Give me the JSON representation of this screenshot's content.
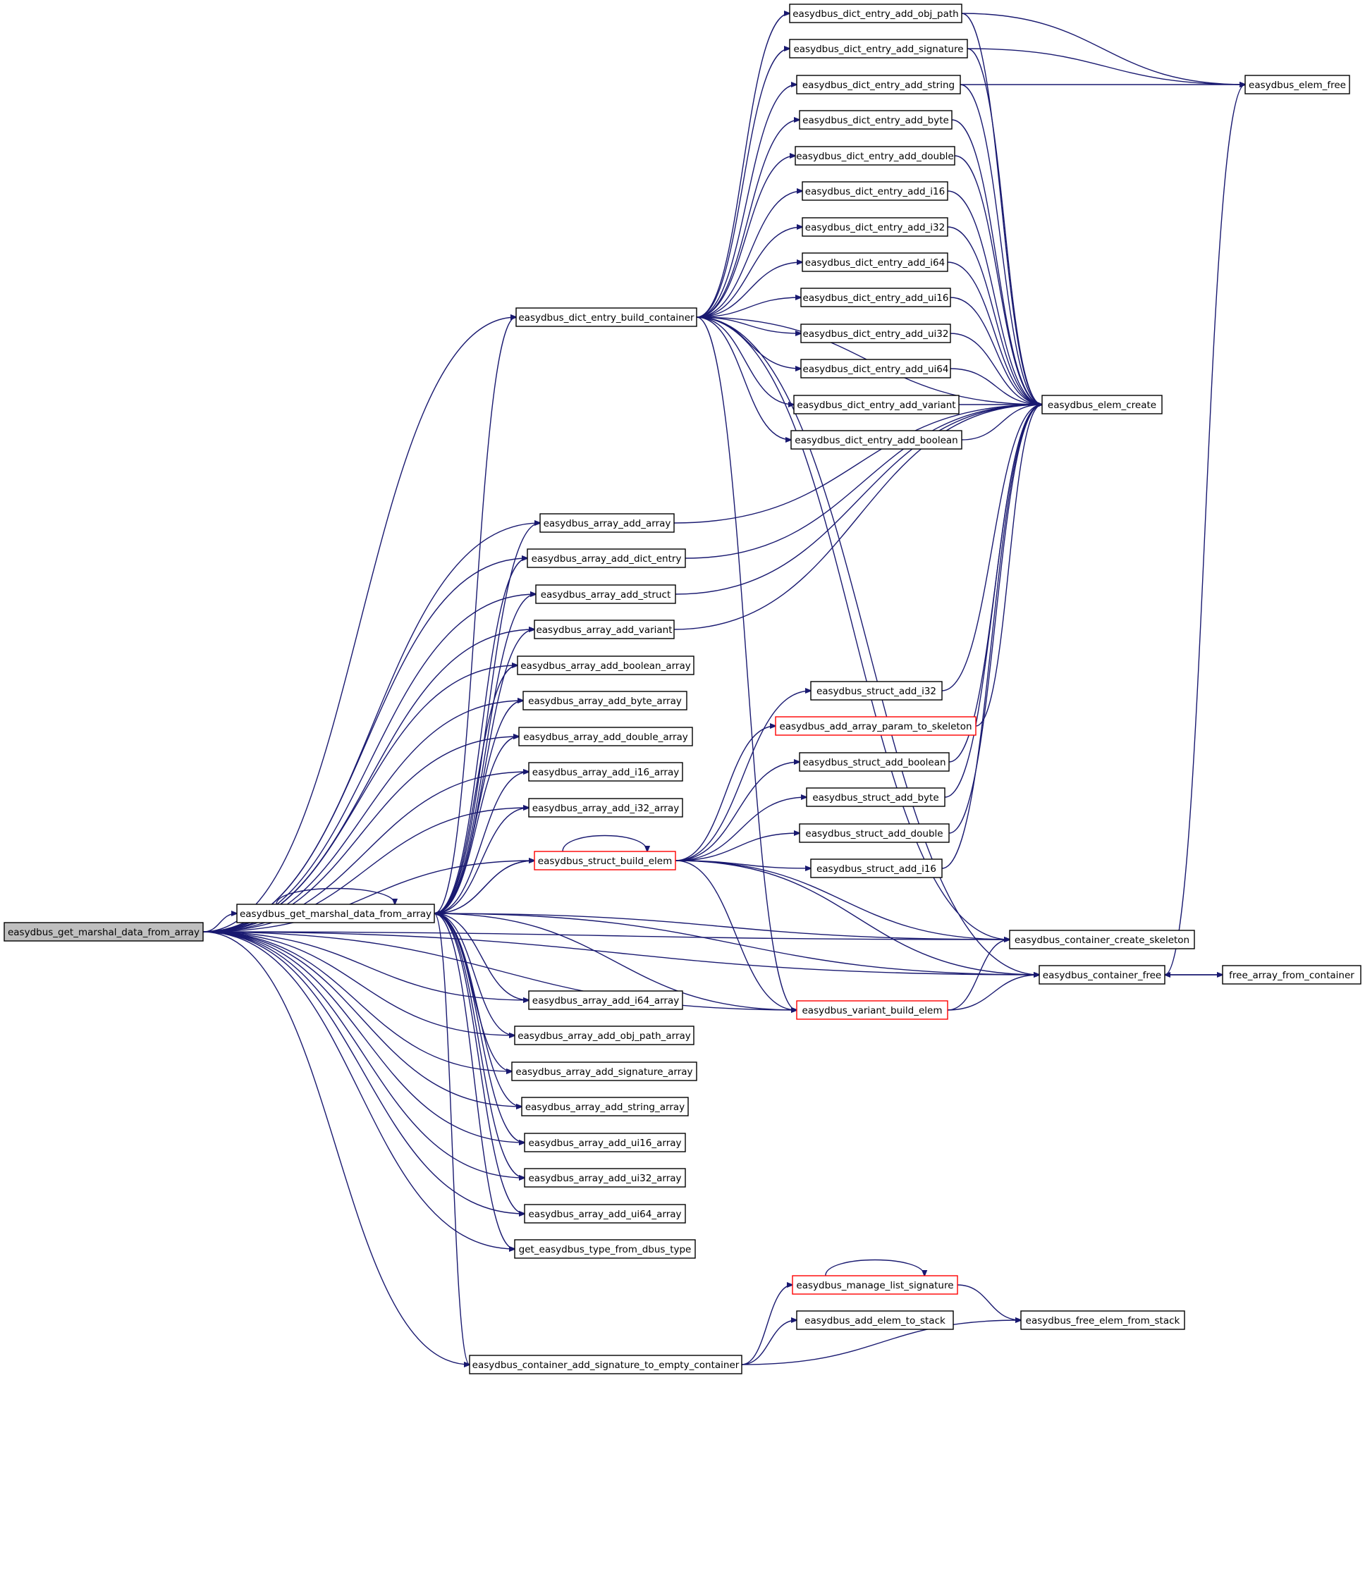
{
  "colors": {
    "edge": "#191970",
    "border": "#000000",
    "highlight_border": "#ff0000",
    "root_fill": "#bfbfbf"
  },
  "nodes": [
    {
      "id": "root",
      "label": "easydbus_get_marshal_data_from_array",
      "root": true
    },
    {
      "id": "gmd",
      "label": "easydbus_get_marshal_data_from_array"
    },
    {
      "id": "debc",
      "label": "easydbus_dict_entry_build_container"
    },
    {
      "id": "de_obj",
      "label": "easydbus_dict_entry_add_obj_path"
    },
    {
      "id": "de_sig",
      "label": "easydbus_dict_entry_add_signature"
    },
    {
      "id": "de_str",
      "label": "easydbus_dict_entry_add_string"
    },
    {
      "id": "de_byte",
      "label": "easydbus_dict_entry_add_byte"
    },
    {
      "id": "de_dbl",
      "label": "easydbus_dict_entry_add_double"
    },
    {
      "id": "de_i16",
      "label": "easydbus_dict_entry_add_i16"
    },
    {
      "id": "de_i32",
      "label": "easydbus_dict_entry_add_i32"
    },
    {
      "id": "de_i64",
      "label": "easydbus_dict_entry_add_i64"
    },
    {
      "id": "de_ui16",
      "label": "easydbus_dict_entry_add_ui16"
    },
    {
      "id": "de_ui32",
      "label": "easydbus_dict_entry_add_ui32"
    },
    {
      "id": "de_ui64",
      "label": "easydbus_dict_entry_add_ui64"
    },
    {
      "id": "de_var",
      "label": "easydbus_dict_entry_add_variant"
    },
    {
      "id": "de_bool",
      "label": "easydbus_dict_entry_add_boolean"
    },
    {
      "id": "elem_free",
      "label": "easydbus_elem_free"
    },
    {
      "id": "elem_create",
      "label": "easydbus_elem_create"
    },
    {
      "id": "aa_array",
      "label": "easydbus_array_add_array"
    },
    {
      "id": "aa_dict",
      "label": "easydbus_array_add_dict_entry"
    },
    {
      "id": "aa_struct",
      "label": "easydbus_array_add_struct"
    },
    {
      "id": "aa_var",
      "label": "easydbus_array_add_variant"
    },
    {
      "id": "aa_bool",
      "label": "easydbus_array_add_boolean_array"
    },
    {
      "id": "aa_byte",
      "label": "easydbus_array_add_byte_array"
    },
    {
      "id": "aa_dbl",
      "label": "easydbus_array_add_double_array"
    },
    {
      "id": "aa_i16",
      "label": "easydbus_array_add_i16_array"
    },
    {
      "id": "aa_i32",
      "label": "easydbus_array_add_i32_array"
    },
    {
      "id": "sbe",
      "label": "easydbus_struct_build_elem",
      "red": true
    },
    {
      "id": "sa_i32",
      "label": "easydbus_struct_add_i32"
    },
    {
      "id": "aap",
      "label": "easydbus_add_array_param_to_skeleton",
      "red": true
    },
    {
      "id": "sa_bool",
      "label": "easydbus_struct_add_boolean"
    },
    {
      "id": "sa_byte",
      "label": "easydbus_struct_add_byte"
    },
    {
      "id": "sa_dbl",
      "label": "easydbus_struct_add_double"
    },
    {
      "id": "sa_i16",
      "label": "easydbus_struct_add_i16"
    },
    {
      "id": "ccs",
      "label": "easydbus_container_create_skeleton"
    },
    {
      "id": "cfree",
      "label": "easydbus_container_free"
    },
    {
      "id": "fafc",
      "label": "free_array_from_container"
    },
    {
      "id": "vbe",
      "label": "easydbus_variant_build_elem",
      "red": true
    },
    {
      "id": "aa_i64",
      "label": "easydbus_array_add_i64_array"
    },
    {
      "id": "aa_obj",
      "label": "easydbus_array_add_obj_path_array"
    },
    {
      "id": "aa_sig",
      "label": "easydbus_array_add_signature_array"
    },
    {
      "id": "aa_str",
      "label": "easydbus_array_add_string_array"
    },
    {
      "id": "aa_ui16",
      "label": "easydbus_array_add_ui16_array"
    },
    {
      "id": "aa_ui32",
      "label": "easydbus_array_add_ui32_array"
    },
    {
      "id": "aa_ui64",
      "label": "easydbus_array_add_ui64_array"
    },
    {
      "id": "getype",
      "label": "get_easydbus_type_from_dbus_type"
    },
    {
      "id": "mls",
      "label": "easydbus_manage_list_signature",
      "red": true
    },
    {
      "id": "aets",
      "label": "easydbus_add_elem_to_stack"
    },
    {
      "id": "fefs",
      "label": "easydbus_free_elem_from_stack"
    },
    {
      "id": "cas",
      "label": "easydbus_container_add_signature_to_empty_container"
    }
  ],
  "edges": [
    [
      "root",
      "debc"
    ],
    [
      "root",
      "aa_array"
    ],
    [
      "root",
      "aa_dict"
    ],
    [
      "root",
      "aa_struct"
    ],
    [
      "root",
      "aa_var"
    ],
    [
      "root",
      "aa_bool"
    ],
    [
      "root",
      "aa_byte"
    ],
    [
      "root",
      "aa_dbl"
    ],
    [
      "root",
      "aa_i16"
    ],
    [
      "root",
      "aa_i32"
    ],
    [
      "root",
      "sbe"
    ],
    [
      "root",
      "gmd"
    ],
    [
      "root",
      "aa_i64"
    ],
    [
      "root",
      "aa_obj"
    ],
    [
      "root",
      "aa_sig"
    ],
    [
      "root",
      "aa_str"
    ],
    [
      "root",
      "aa_ui16"
    ],
    [
      "root",
      "aa_ui32"
    ],
    [
      "root",
      "aa_ui64"
    ],
    [
      "root",
      "getype"
    ],
    [
      "root",
      "vbe"
    ],
    [
      "root",
      "ccs"
    ],
    [
      "root",
      "cas"
    ],
    [
      "root",
      "cfree"
    ],
    [
      "gmd",
      "gmd"
    ],
    [
      "gmd",
      "debc"
    ],
    [
      "gmd",
      "aa_array"
    ],
    [
      "gmd",
      "aa_dict"
    ],
    [
      "gmd",
      "aa_struct"
    ],
    [
      "gmd",
      "aa_var"
    ],
    [
      "gmd",
      "aa_bool"
    ],
    [
      "gmd",
      "aa_byte"
    ],
    [
      "gmd",
      "aa_dbl"
    ],
    [
      "gmd",
      "aa_i16"
    ],
    [
      "gmd",
      "aa_i32"
    ],
    [
      "gmd",
      "sbe"
    ],
    [
      "gmd",
      "aa_i64"
    ],
    [
      "gmd",
      "aa_obj"
    ],
    [
      "gmd",
      "aa_sig"
    ],
    [
      "gmd",
      "aa_str"
    ],
    [
      "gmd",
      "aa_ui16"
    ],
    [
      "gmd",
      "aa_ui32"
    ],
    [
      "gmd",
      "aa_ui64"
    ],
    [
      "gmd",
      "getype"
    ],
    [
      "gmd",
      "vbe"
    ],
    [
      "gmd",
      "ccs"
    ],
    [
      "gmd",
      "cfree"
    ],
    [
      "gmd",
      "cas"
    ],
    [
      "debc",
      "de_obj"
    ],
    [
      "debc",
      "de_sig"
    ],
    [
      "debc",
      "de_str"
    ],
    [
      "debc",
      "de_byte"
    ],
    [
      "debc",
      "de_dbl"
    ],
    [
      "debc",
      "de_i16"
    ],
    [
      "debc",
      "de_i32"
    ],
    [
      "debc",
      "de_i64"
    ],
    [
      "debc",
      "de_ui16"
    ],
    [
      "debc",
      "de_ui32"
    ],
    [
      "debc",
      "de_ui64"
    ],
    [
      "debc",
      "de_var"
    ],
    [
      "debc",
      "de_bool"
    ],
    [
      "debc",
      "elem_create"
    ],
    [
      "debc",
      "ccs"
    ],
    [
      "debc",
      "cfree"
    ],
    [
      "debc",
      "vbe"
    ],
    [
      "de_obj",
      "elem_free"
    ],
    [
      "de_obj",
      "elem_create"
    ],
    [
      "de_sig",
      "elem_free"
    ],
    [
      "de_sig",
      "elem_create"
    ],
    [
      "de_str",
      "elem_free"
    ],
    [
      "de_str",
      "elem_create"
    ],
    [
      "de_byte",
      "elem_create"
    ],
    [
      "de_dbl",
      "elem_create"
    ],
    [
      "de_i16",
      "elem_create"
    ],
    [
      "de_i32",
      "elem_create"
    ],
    [
      "de_i64",
      "elem_create"
    ],
    [
      "de_ui16",
      "elem_create"
    ],
    [
      "de_ui32",
      "elem_create"
    ],
    [
      "de_ui64",
      "elem_create"
    ],
    [
      "de_var",
      "elem_create"
    ],
    [
      "de_bool",
      "elem_create"
    ],
    [
      "aa_array",
      "elem_create"
    ],
    [
      "aa_dict",
      "elem_create"
    ],
    [
      "aa_struct",
      "elem_create"
    ],
    [
      "aa_var",
      "elem_create"
    ],
    [
      "sbe",
      "sbe"
    ],
    [
      "sbe",
      "gmd"
    ],
    [
      "sbe",
      "sa_i32"
    ],
    [
      "sbe",
      "aap"
    ],
    [
      "sbe",
      "sa_bool"
    ],
    [
      "sbe",
      "sa_byte"
    ],
    [
      "sbe",
      "sa_dbl"
    ],
    [
      "sbe",
      "sa_i16"
    ],
    [
      "sbe",
      "ccs"
    ],
    [
      "sbe",
      "cfree"
    ],
    [
      "sbe",
      "vbe"
    ],
    [
      "sa_i32",
      "elem_create"
    ],
    [
      "aap",
      "elem_create"
    ],
    [
      "sa_bool",
      "elem_create"
    ],
    [
      "sa_byte",
      "elem_create"
    ],
    [
      "sa_dbl",
      "elem_create"
    ],
    [
      "sa_i16",
      "elem_create"
    ],
    [
      "vbe",
      "ccs"
    ],
    [
      "vbe",
      "cfree"
    ],
    [
      "cfree",
      "elem_free"
    ],
    [
      "cfree",
      "fafc"
    ],
    [
      "fafc",
      "cfree"
    ],
    [
      "cas",
      "mls"
    ],
    [
      "cas",
      "aets"
    ],
    [
      "cas",
      "fefs"
    ],
    [
      "mls",
      "mls"
    ],
    [
      "mls",
      "fefs"
    ]
  ]
}
